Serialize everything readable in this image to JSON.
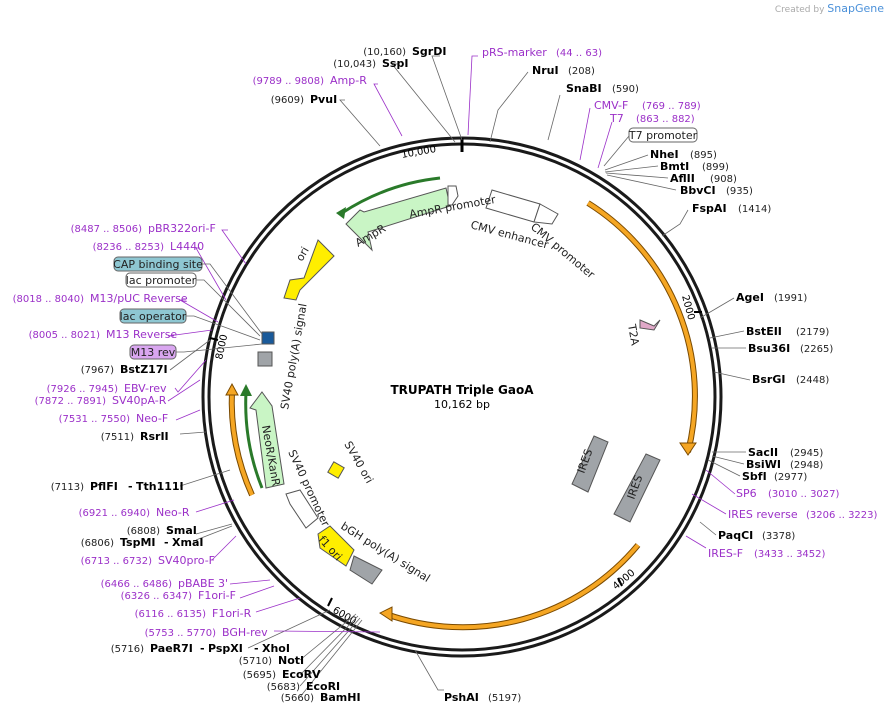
{
  "branding": {
    "created_by": "Created by",
    "product": "SnapGene"
  },
  "map": {
    "title": "TRUPATH Triple GaoA",
    "size_label": "10,162 bp",
    "total_bp": 10162,
    "ticks": [
      {
        "bp": 2000,
        "label": "2000"
      },
      {
        "bp": 4000,
        "label": "4000"
      },
      {
        "bp": 6000,
        "label": "6000"
      },
      {
        "bp": 8000,
        "label": "8000"
      },
      {
        "bp": 10000,
        "label": "10,000"
      }
    ]
  },
  "labels_right": [
    {
      "pos": "(208)",
      "name": "NruI",
      "kind": "site"
    },
    {
      "pos": "(590)",
      "name": "SnaBI",
      "kind": "site"
    },
    {
      "pos": "(895)",
      "name": "NheI",
      "kind": "site"
    },
    {
      "pos": "(899)",
      "name": "BmtI",
      "kind": "site"
    },
    {
      "pos": "(908)",
      "name": "AflII",
      "kind": "site"
    },
    {
      "pos": "(935)",
      "name": "BbvCI",
      "kind": "site"
    },
    {
      "pos": "(1414)",
      "name": "FspAI",
      "kind": "site"
    },
    {
      "pos": "(1991)",
      "name": "AgeI",
      "kind": "site"
    },
    {
      "pos": "(2179)",
      "name": "BstEII",
      "kind": "site"
    },
    {
      "pos": "(2265)",
      "name": "Bsu36I",
      "kind": "site"
    },
    {
      "pos": "(2448)",
      "name": "BsrGI",
      "kind": "site"
    },
    {
      "pos": "(2945)",
      "name": "SacII",
      "kind": "site"
    },
    {
      "pos": "(2948)",
      "name": "BsiWI",
      "kind": "site"
    },
    {
      "pos": "(2977)",
      "name": "SbfI",
      "kind": "site"
    },
    {
      "pos": "(3378)",
      "name": "PaqCI",
      "kind": "site"
    },
    {
      "pos": "(5197)",
      "name": "PshAI",
      "kind": "site"
    }
  ],
  "primers_right": [
    {
      "name": "pRS-marker",
      "pos": "(44 .. 63)"
    },
    {
      "name": "CMV-F",
      "pos": "(769 .. 789)"
    },
    {
      "name": "T7",
      "pos": "(863 .. 882)"
    },
    {
      "name": "SP6",
      "pos": "(3010 .. 3027)"
    },
    {
      "name": "IRES reverse",
      "pos": "(3206 .. 3223)"
    },
    {
      "name": "IRES-F",
      "pos": "(3433 .. 3452)"
    }
  ],
  "t7_promoter_box": "T7 promoter",
  "labels_left": [
    {
      "pos": "(10,160)",
      "name": "SgrDI"
    },
    {
      "pos": "(10,043)",
      "name": "SspI"
    },
    {
      "pos": "(9609)",
      "name": "PvuI"
    },
    {
      "pos": "(7967)",
      "name": "BstZ17I"
    },
    {
      "pos": "(7511)",
      "name": "RsrII"
    },
    {
      "pos": "(7113)",
      "name": "PflFI",
      "name2": "Tth111I"
    },
    {
      "pos": "(6808)",
      "name": "SmaI"
    },
    {
      "pos": "(6806)",
      "name": "TspMI",
      "name2": "XmaI"
    },
    {
      "pos": "(5716)",
      "name": "PaeR7I",
      "name2": "PspXI",
      "name3": "XhoI"
    },
    {
      "pos": "(5710)",
      "name": "NotI"
    },
    {
      "pos": "(5695)",
      "name": "EcoRV"
    },
    {
      "pos": "(5683)",
      "name": "EcoRI"
    },
    {
      "pos": "(5660)",
      "name": "BamHI"
    }
  ],
  "primers_left": [
    {
      "pos": "(9789 .. 9808)",
      "name": "Amp-R"
    },
    {
      "pos": "(8487 .. 8506)",
      "name": "pBR322ori-F"
    },
    {
      "pos": "(8236 .. 8253)",
      "name": "L4440"
    },
    {
      "pos": "(8018 .. 8040)",
      "name": "M13/pUC Reverse"
    },
    {
      "pos": "(8005 .. 8021)",
      "name": "M13 Reverse"
    },
    {
      "pos": "(7926 .. 7945)",
      "name": "EBV-rev"
    },
    {
      "pos": "(7872 .. 7891)",
      "name": "SV40pA-R"
    },
    {
      "pos": "(7531 .. 7550)",
      "name": "Neo-F"
    },
    {
      "pos": "(6921 .. 6940)",
      "name": "Neo-R"
    },
    {
      "pos": "(6713 .. 6732)",
      "name": "SV40pro-F"
    },
    {
      "pos": "(6466 .. 6486)",
      "name": "pBABE 3'"
    },
    {
      "pos": "(6326 .. 6347)",
      "name": "F1ori-F"
    },
    {
      "pos": "(6116 .. 6135)",
      "name": "F1ori-R"
    },
    {
      "pos": "(5753 .. 5770)",
      "name": "BGH-rev"
    }
  ],
  "boxes_left": [
    {
      "name": "CAP binding site",
      "color": "#8ec7d2"
    },
    {
      "name": "lac promoter",
      "color": "#ffffff"
    },
    {
      "name": "lac operator",
      "color": "#8ec7d2"
    },
    {
      "name": "M13 rev",
      "color": "#d9a6f0"
    }
  ],
  "features": [
    {
      "name": "AmpR",
      "type": "arrow",
      "color": "#c9f5c5"
    },
    {
      "name": "AmpR promoter",
      "type": "arrow",
      "color": "#ffffff"
    },
    {
      "name": "CMV enhancer",
      "type": "arrow",
      "color": "#ffffff"
    },
    {
      "name": "CMV promoter",
      "type": "arrow",
      "color": "#ffffff"
    },
    {
      "name": "ori",
      "type": "arrow",
      "color": "#ffee00"
    },
    {
      "name": "SV40 poly(A) signal",
      "type": "box",
      "color": "#a0a4a8"
    },
    {
      "name": "NeoR/KanR",
      "type": "arrow",
      "color": "#c9f5c5"
    },
    {
      "name": "SV40 promoter",
      "type": "arrow",
      "color": "#ffffff"
    },
    {
      "name": "SV40 ori",
      "type": "box",
      "color": "#ffee00"
    },
    {
      "name": "f1 ori",
      "type": "arrow",
      "color": "#ffee00"
    },
    {
      "name": "bGH poly(A) signal",
      "type": "box",
      "color": "#a0a4a8"
    },
    {
      "name": "IRES",
      "type": "box",
      "color": "#a0a4a8"
    },
    {
      "name": "IRES",
      "type": "box",
      "color": "#a0a4a8"
    },
    {
      "name": "T2A",
      "type": "arrow",
      "color": "#e0a8c8"
    }
  ],
  "colors": {
    "orf": "#f5a623",
    "orf_outline": "#7a4a00",
    "primer": "#9b30c8",
    "site": "#000000",
    "backbone": "#1a1a1a"
  }
}
